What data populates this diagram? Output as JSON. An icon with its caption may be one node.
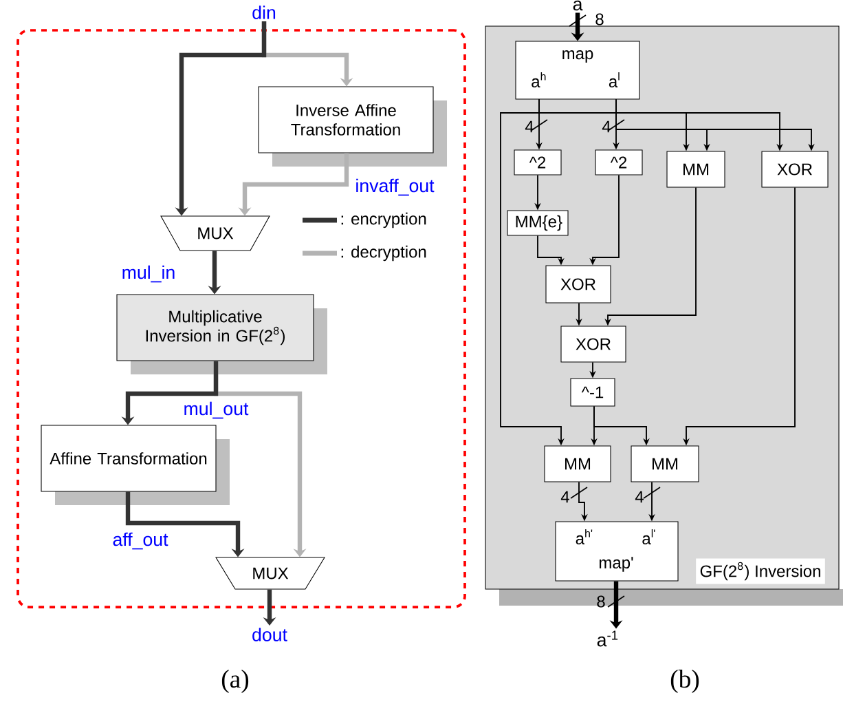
{
  "diagram": {
    "nodes": [
      {
        "text": [],
        "shape": "box"
      },
      {
        "text": [
          "din"
        ]
      },
      {
        "text": [
          "Inverse Affine Transformation"
        ],
        "in": 0
      },
      {
        "text": [
          "MUX"
        ],
        "in": 0
      },
      {
        "text": [
          "Multiplicative Inversion in GF(2$^{8}$)"
        ],
        "in": 0
      },
      {
        "text": [
          "Affine Transformation"
        ],
        "in": 0
      },
      {
        "text": [
          "MUX"
        ],
        "in": 0
      },
      {
        "text": [
          "dout"
        ]
      },
      {
        "text": [
          "GF(2$^{8}$) Inversion"
        ]
      },
      {
        "text": [
          "a"
        ]
      },
      {
        "text": [
          "map",
          "a$^{h}$",
          "a$^{l}$"
        ],
        "in": 8
      },
      {
        "text": [
          "^2"
        ],
        "in": 8
      },
      {
        "text": [
          "^2"
        ],
        "in": 8
      },
      {
        "text": [
          "MM"
        ],
        "in": 8
      },
      {
        "text": [
          "XOR"
        ],
        "in": 8
      },
      {
        "text": [
          "MM{e}"
        ],
        "in": 8
      },
      {
        "text": [
          "XOR"
        ],
        "in": 8
      },
      {
        "text": [
          "XOR"
        ],
        "in": 8
      },
      {
        "text": [
          "^-1"
        ],
        "in": 8
      },
      {
        "text": [
          "MM"
        ],
        "in": 8
      },
      {
        "text": [
          "MM"
        ],
        "in": 8
      },
      {
        "text": [
          "a$^{h'}$",
          "a$^{l'}$",
          "map'"
        ],
        "in": 8
      },
      {
        "text": [
          "a$^{-1}$"
        ]
      }
    ],
    "edges": [
      {
        "from": 1,
        "to": 2,
        "arrow": "to",
        "style": "thick",
        "color": "#b3b3b3"
      },
      {
        "from": 1,
        "to": 3,
        "arrow": "to",
        "style": "thick",
        "color": "#333333"
      },
      {
        "from": 2,
        "to": 3,
        "arrow": "to",
        "style": "thick",
        "color": "#b3b3b3",
        "label": "invaff_out"
      },
      {
        "from": 3,
        "to": 4,
        "arrow": "to",
        "style": "thick",
        "color": "#333333",
        "label": "mul_in"
      },
      {
        "from": 4,
        "to": 6,
        "arrow": "to",
        "style": "thick",
        "color": "#b3b3b3"
      },
      {
        "from": 4,
        "to": 5,
        "arrow": "to",
        "style": "thick",
        "color": "#333333",
        "label": "mul_out"
      },
      {
        "from": 5,
        "to": 6,
        "arrow": "to",
        "style": "thick",
        "color": "#333333",
        "label": "aff_out"
      },
      {
        "from": 6,
        "to": 7,
        "arrow": "to",
        "style": "thick",
        "color": "#333333"
      },
      {
        "from": 9,
        "to": 10,
        "arrow": "to",
        "style": "thick",
        "label": "8"
      },
      {
        "from": 10,
        "to": 11,
        "arrow": "to",
        "label": "4"
      },
      {
        "from": 10,
        "to": 12,
        "arrow": "to",
        "label": "4"
      },
      {
        "from": 10,
        "to": 13,
        "arrow": "to"
      },
      {
        "from": 10,
        "to": 13,
        "arrow": "to"
      },
      {
        "from": 10,
        "to": 14,
        "arrow": "to"
      },
      {
        "from": 10,
        "to": 14,
        "arrow": "to"
      },
      {
        "from": 10,
        "to": 19,
        "arrow": "to"
      },
      {
        "from": 11,
        "to": 15,
        "arrow": "to"
      },
      {
        "from": 15,
        "to": 16,
        "arrow": "to"
      },
      {
        "from": 12,
        "to": 16,
        "arrow": "to"
      },
      {
        "from": 16,
        "to": 17,
        "arrow": "to"
      },
      {
        "from": 13,
        "to": 17,
        "arrow": "to"
      },
      {
        "from": 17,
        "to": 18,
        "arrow": "to"
      },
      {
        "from": 18,
        "to": 19,
        "arrow": "to"
      },
      {
        "from": 18,
        "to": 20,
        "arrow": "to"
      },
      {
        "from": 14,
        "to": 20,
        "arrow": "to"
      },
      {
        "from": 19,
        "to": 21,
        "arrow": "to",
        "label": "4"
      },
      {
        "from": 20,
        "to": 21,
        "arrow": "to",
        "label": "4"
      },
      {
        "from": 21,
        "to": 22,
        "arrow": "to",
        "style": "thick",
        "label": "8"
      }
    ],
    "labels": [
      "(a)",
      "(b)"
    ],
    "legend": [
      {
        "text": ": encryption"
      },
      {
        "text": ": decryption"
      }
    ]
  }
}
